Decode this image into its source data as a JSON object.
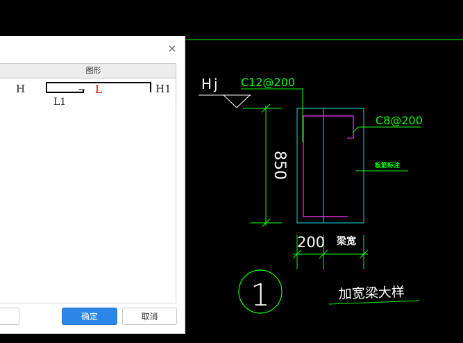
{
  "dialog": {
    "column_header": "图形",
    "shape_labels": {
      "h": "H",
      "l": "L",
      "h1": "H1",
      "l1": "L1"
    },
    "ok_label": "确定",
    "cancel_label": "取消",
    "close_glyph": "×"
  },
  "drawing": {
    "hj": "Hj",
    "c12": "C12@200",
    "c8": "C8@200",
    "small_label": "板筋标注",
    "height_dim": "850",
    "width_dim": "200",
    "beam_width": "梁宽",
    "detail_number": "1",
    "detail_title": "加宽梁大样"
  },
  "colors": {
    "cad_green": "#00ff00",
    "cad_cyan": "#00e0e0",
    "cad_magenta": "#ff33ff",
    "cad_white": "#ffffff",
    "primary_button": "#2b86e8",
    "shape_l": "#e00000"
  }
}
